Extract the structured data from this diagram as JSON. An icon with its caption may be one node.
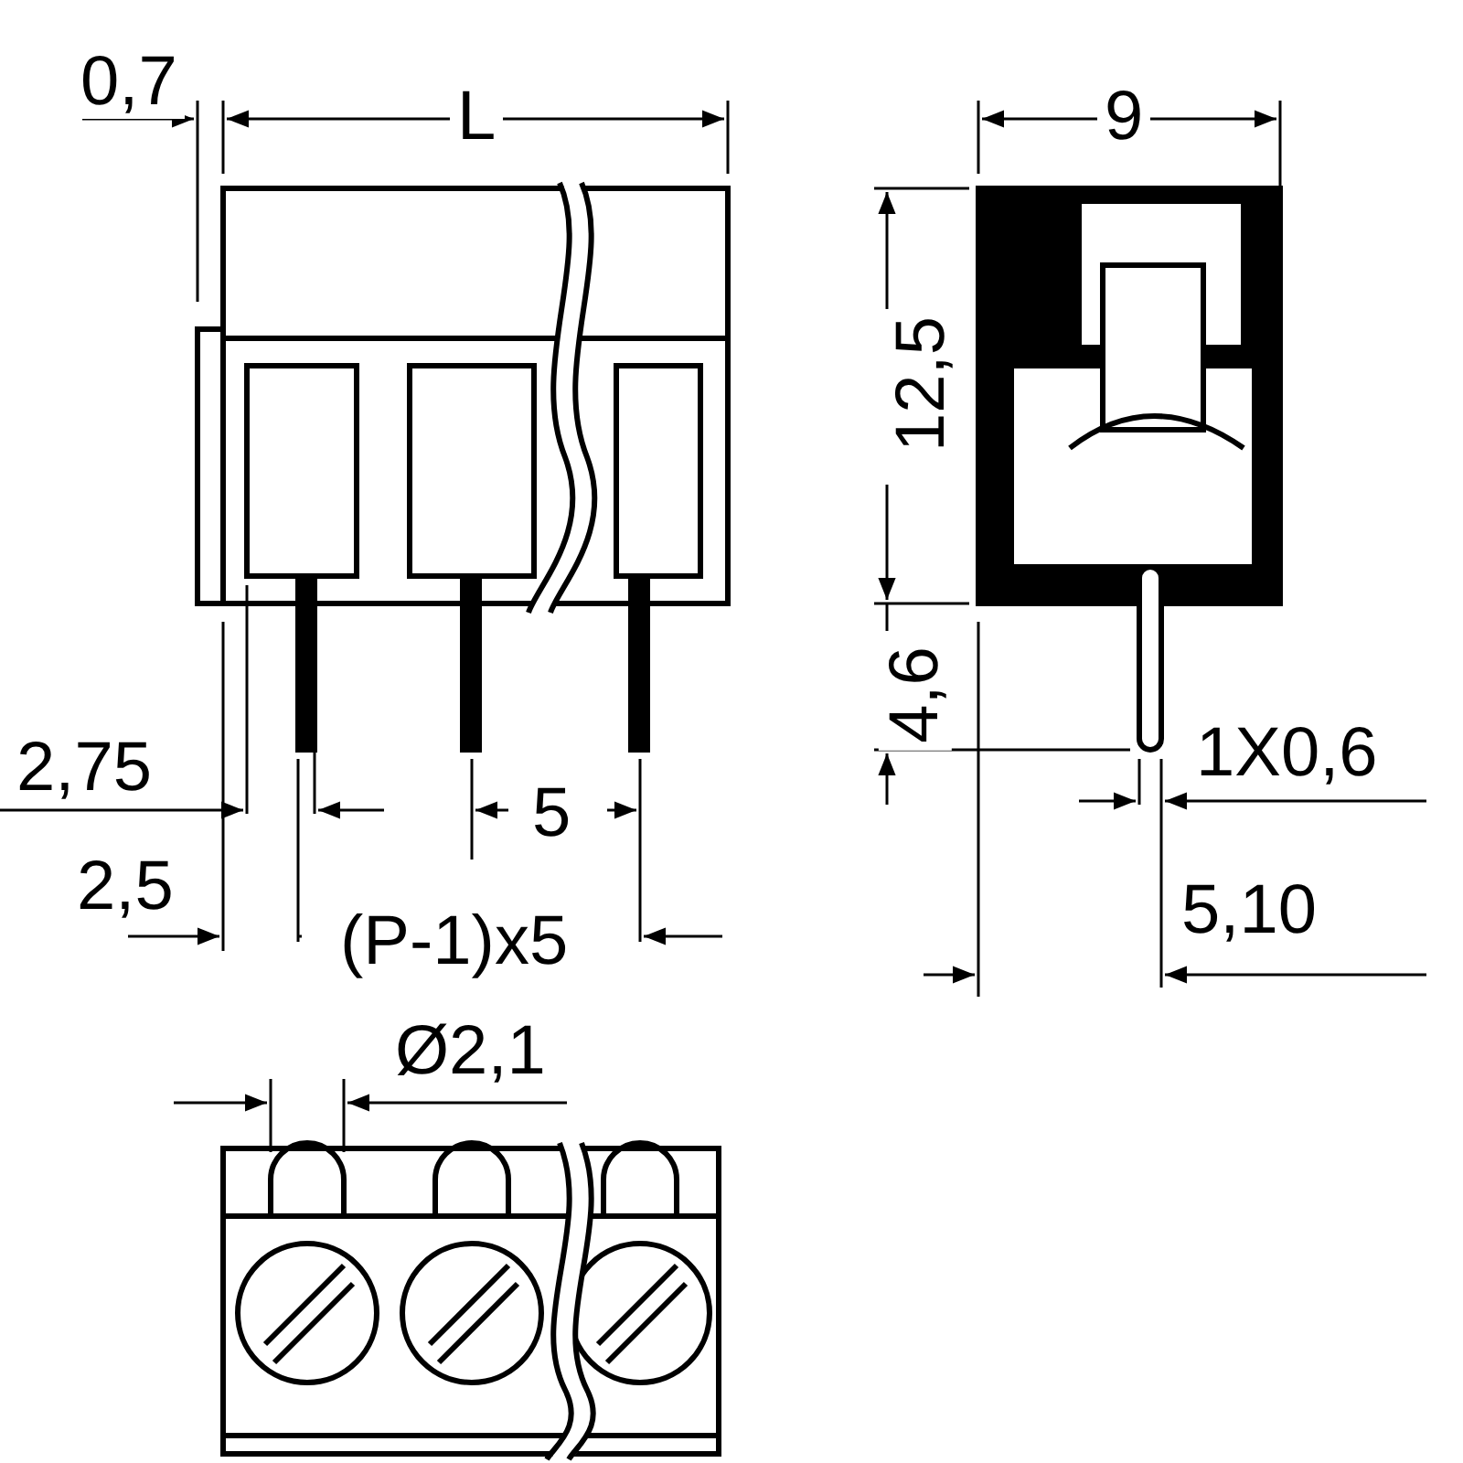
{
  "diagram": {
    "labels": [
      "0,7",
      "L",
      "9",
      "12,5",
      "4,6",
      "2,75",
      "1X0,6",
      "5",
      "2,5",
      "(P-1)x5",
      "5,10",
      "Ø2,1"
    ]
  }
}
